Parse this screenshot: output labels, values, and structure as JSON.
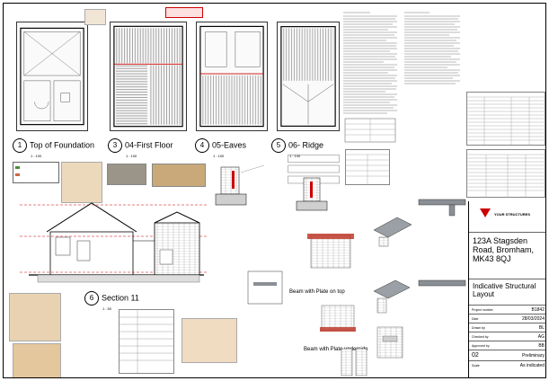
{
  "views": [
    {
      "number": "1",
      "title": "Top of Foundation",
      "scale": "1 : 100"
    },
    {
      "number": "3",
      "title": "04-First Floor",
      "scale": "1 : 100"
    },
    {
      "number": "4",
      "title": "05-Eaves",
      "scale": "1 : 100"
    },
    {
      "number": "5",
      "title": "06- Ridge",
      "scale": "1 : 100"
    },
    {
      "number": "6",
      "title": "Section 11",
      "scale": "1 : 50"
    }
  ],
  "detail_labels": {
    "beam_top": "Beam with Plate on top",
    "beam_under": "Beam with Plate underside"
  },
  "brand": {
    "logo_text": "YOUR STRUCTURES"
  },
  "title_block": {
    "address": "123A Stagsden Road, Bromham, MK43 8QJ",
    "drawing_title": "Indicative Structural Layout",
    "rows": [
      {
        "label": "Project number",
        "value": "B1842"
      },
      {
        "label": "Date",
        "value": "28/03/2024"
      },
      {
        "label": "Drawn by",
        "value": "BL"
      },
      {
        "label": "Checked by",
        "value": "AG"
      },
      {
        "label": "Approved by",
        "value": "BB"
      }
    ],
    "revision": "02",
    "status": "Preliminary",
    "scale_label": "Scale",
    "scale_value": "As indicated"
  },
  "colors": {
    "accent_red": "#cc0000",
    "timber": "#e9c58f",
    "brick": "#b5543a",
    "steel": "#8a8f96"
  }
}
